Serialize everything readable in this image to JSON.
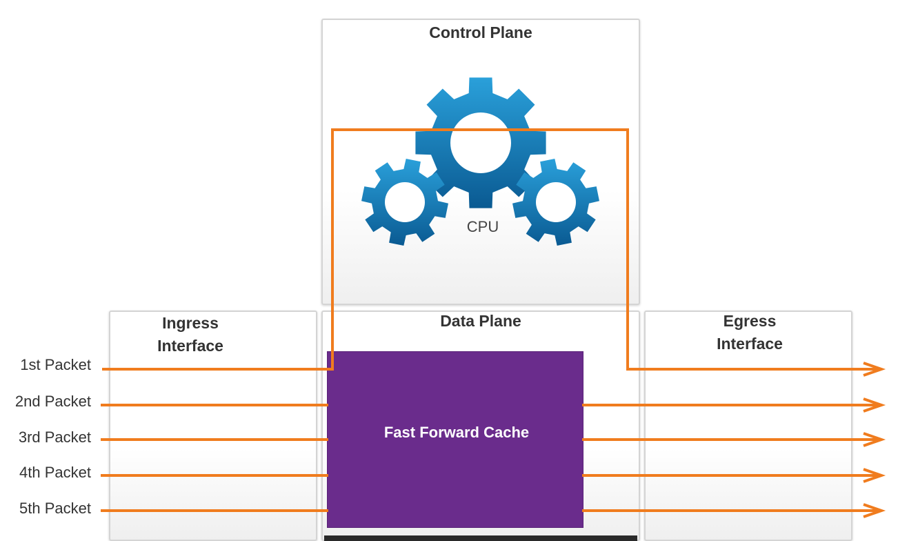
{
  "diagram": {
    "control_plane": {
      "title": "Control Plane",
      "cpu_label": "CPU"
    },
    "data_plane": {
      "title": "Data Plane",
      "cache_label": "Fast Forward Cache"
    },
    "ingress": {
      "title_line1": "Ingress",
      "title_line2": "Interface"
    },
    "egress": {
      "title_line1": "Egress",
      "title_line2": "Interface"
    },
    "packets": [
      "1st Packet",
      "2nd Packet",
      "3rd Packet",
      "4th Packet",
      "5th Packet"
    ],
    "colors": {
      "arrow": "#f07c1e",
      "cache": "#6a2c8c",
      "gear_light": "#1d8fcf",
      "gear_dark": "#0a5a92"
    }
  }
}
